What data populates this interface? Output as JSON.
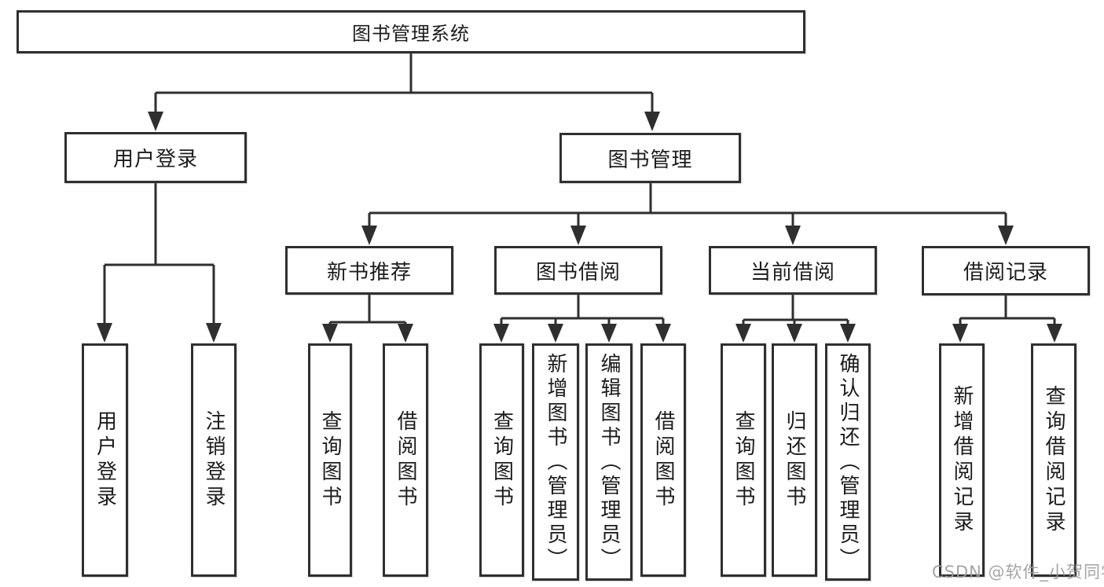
{
  "diagram": {
    "title": "图书管理系统",
    "colors": {
      "line": "#2f2f2f",
      "box_border": "#2f2f2f",
      "box_background": "#ffffff",
      "text": "#1c1c1c",
      "watermark": "#9b9b9b",
      "page_background": "#ffffff"
    },
    "nodes": {
      "root": {
        "id": "root",
        "label": "图书管理系统"
      },
      "level2": [
        {
          "id": "user-login",
          "label": "用户登录"
        },
        {
          "id": "book-management",
          "label": "图书管理"
        }
      ],
      "level3": [
        {
          "id": "new-book-recommend",
          "label": "新书推荐"
        },
        {
          "id": "book-borrowing",
          "label": "图书借阅"
        },
        {
          "id": "current-borrowing",
          "label": "当前借阅"
        },
        {
          "id": "borrowing-records",
          "label": "借阅记录"
        }
      ],
      "leaves": [
        {
          "id": "login",
          "parent": "user-login",
          "label": "用户登录"
        },
        {
          "id": "logout",
          "parent": "user-login",
          "label": "注销登录"
        },
        {
          "id": "query-books-recommend",
          "parent": "new-book-recommend",
          "label": "查询图书"
        },
        {
          "id": "borrow-books-recommend",
          "parent": "new-book-recommend",
          "label": "借阅图书"
        },
        {
          "id": "query-books-borrowing",
          "parent": "book-borrowing",
          "label": "查询图书"
        },
        {
          "id": "add-books-admin",
          "parent": "book-borrowing",
          "label": "新增图书（管理员）"
        },
        {
          "id": "edit-books-admin",
          "parent": "book-borrowing",
          "label": "编辑图书（管理员）"
        },
        {
          "id": "borrow-books-borrowing",
          "parent": "book-borrowing",
          "label": "借阅图书"
        },
        {
          "id": "query-books-current",
          "parent": "current-borrowing",
          "label": "查询图书"
        },
        {
          "id": "return-books",
          "parent": "current-borrowing",
          "label": "归还图书"
        },
        {
          "id": "confirm-return-admin",
          "parent": "current-borrowing",
          "label": "确认归还（管理员）"
        },
        {
          "id": "add-borrow-record",
          "parent": "borrowing-records",
          "label": "新增借阅记录"
        },
        {
          "id": "query-borrow-record",
          "parent": "borrowing-records",
          "label": "查询借阅记录"
        }
      ]
    },
    "edges": [
      {
        "from": "root",
        "to": "user-login"
      },
      {
        "from": "root",
        "to": "book-management"
      },
      {
        "from": "user-login",
        "to": "login"
      },
      {
        "from": "user-login",
        "to": "logout"
      },
      {
        "from": "book-management",
        "to": "new-book-recommend"
      },
      {
        "from": "book-management",
        "to": "book-borrowing"
      },
      {
        "from": "book-management",
        "to": "current-borrowing"
      },
      {
        "from": "book-management",
        "to": "borrowing-records"
      },
      {
        "from": "new-book-recommend",
        "to": "query-books-recommend"
      },
      {
        "from": "new-book-recommend",
        "to": "borrow-books-recommend"
      },
      {
        "from": "book-borrowing",
        "to": "query-books-borrowing"
      },
      {
        "from": "book-borrowing",
        "to": "add-books-admin"
      },
      {
        "from": "book-borrowing",
        "to": "edit-books-admin"
      },
      {
        "from": "book-borrowing",
        "to": "borrow-books-borrowing"
      },
      {
        "from": "current-borrowing",
        "to": "query-books-current"
      },
      {
        "from": "current-borrowing",
        "to": "return-books"
      },
      {
        "from": "current-borrowing",
        "to": "confirm-return-admin"
      },
      {
        "from": "borrowing-records",
        "to": "add-borrow-record"
      },
      {
        "from": "borrowing-records",
        "to": "query-borrow-record"
      }
    ],
    "watermark": {
      "text": "CSDN @软件_小贺同学"
    }
  }
}
